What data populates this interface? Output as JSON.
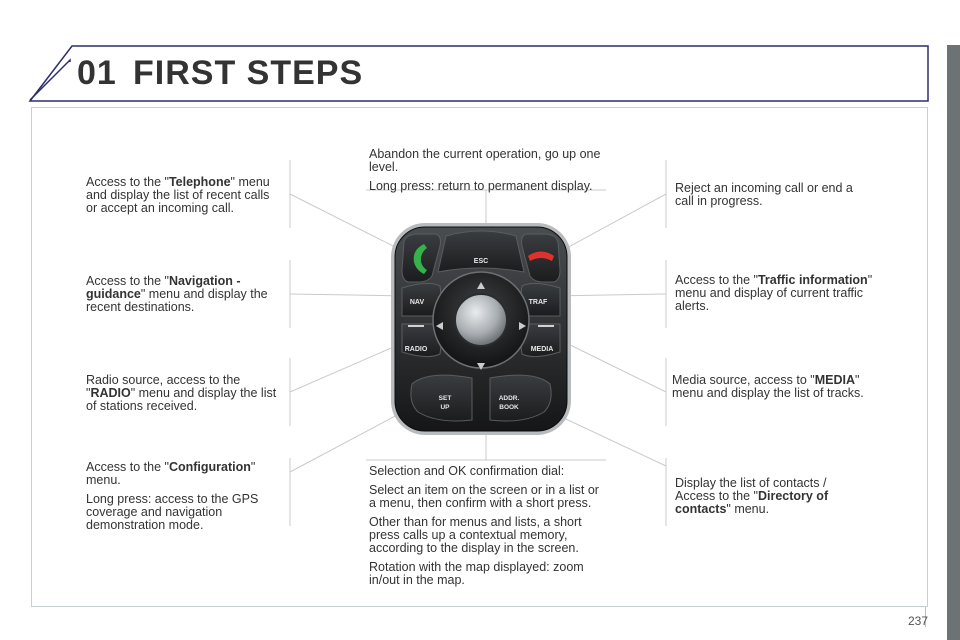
{
  "header": {
    "number": "01",
    "title": "FIRST STEPS"
  },
  "page_number": "237",
  "annotations": {
    "telephone": {
      "pre": "Access to the \"",
      "bold": "Telephone",
      "post": "\" menu and display the list of recent calls or accept an incoming call."
    },
    "navigation": {
      "pre": "Access to the \"",
      "bold": "Navigation - guidance",
      "post": "\" menu and display the recent destinations."
    },
    "radio": {
      "pre": "Radio source, access to the \"",
      "bold": "RADIO",
      "post": "\" menu and display the list of stations received."
    },
    "configuration": {
      "pre": "Access to the \"",
      "bold": "Configuration",
      "post": "\" menu.",
      "extra": "Long press: access to the GPS coverage and navigation demonstration mode."
    },
    "esc": {
      "line1": "Abandon the current operation, go up one level.",
      "line2": "Long press: return to permanent display."
    },
    "reject": {
      "text": "Reject an incoming call or end a call in progress."
    },
    "traffic": {
      "pre": "Access to the \"",
      "bold": "Traffic information",
      "post": "\" menu and display of current traffic alerts."
    },
    "media": {
      "pre": "Media source, access to \"",
      "bold": "MEDIA",
      "post": "\" menu and display the list of tracks."
    },
    "contacts": {
      "pre": "Display the list of contacts / Access to the \"",
      "bold": "Directory of contacts",
      "post": "\" menu."
    },
    "dial": {
      "p1": "Selection and OK confirmation dial:",
      "p2": "Select an item on the screen or in a list or a menu, then confirm with a short press.",
      "p3": "Other than for menus and lists, a short press calls up a contextual memory, according to the display in the screen.",
      "p4": "Rotation with the map displayed: zoom in/out in the map."
    }
  },
  "controller": {
    "esc": "ESC",
    "nav": "NAV",
    "traf": "TRAF",
    "radio": "RADIO",
    "media": "MEDIA",
    "set_1": "SET",
    "set_2": "UP",
    "addr_1": "ADDR.",
    "addr_2": "BOOK",
    "call_icon": "phone-call-icon",
    "hangup_icon": "phone-hangup-icon"
  },
  "colors": {
    "call_green": "#36b24a",
    "hangup_red": "#e0322b",
    "frame": "#2b2f6b"
  }
}
